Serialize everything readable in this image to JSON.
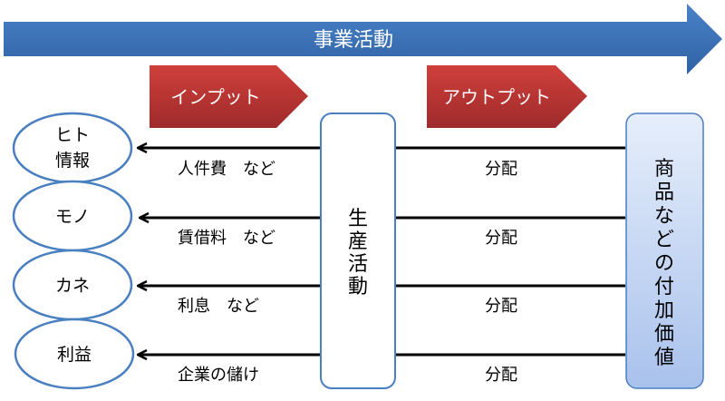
{
  "banner": {
    "label": "事業活動",
    "color": "#3a72b8"
  },
  "phases": {
    "input": "インプット",
    "output": "アウトプット",
    "color": "#c0393a"
  },
  "resources": [
    {
      "line1": "ヒト",
      "line2": "情報"
    },
    {
      "line1": "モノ",
      "line2": ""
    },
    {
      "line1": "カネ",
      "line2": ""
    },
    {
      "line1": "利益",
      "line2": ""
    }
  ],
  "flows": [
    {
      "cost": "人件費　など",
      "dist": "分配"
    },
    {
      "cost": "賃借料　など",
      "dist": "分配"
    },
    {
      "cost": "利息　など",
      "dist": "分配"
    },
    {
      "cost": "企業の儲け",
      "dist": "分配"
    }
  ],
  "production": {
    "chars": [
      "生",
      "産",
      "活",
      "動"
    ]
  },
  "value_added": {
    "chars": [
      "商",
      "品",
      "な",
      "ど",
      "の",
      "付",
      "加",
      "価",
      "値"
    ]
  }
}
